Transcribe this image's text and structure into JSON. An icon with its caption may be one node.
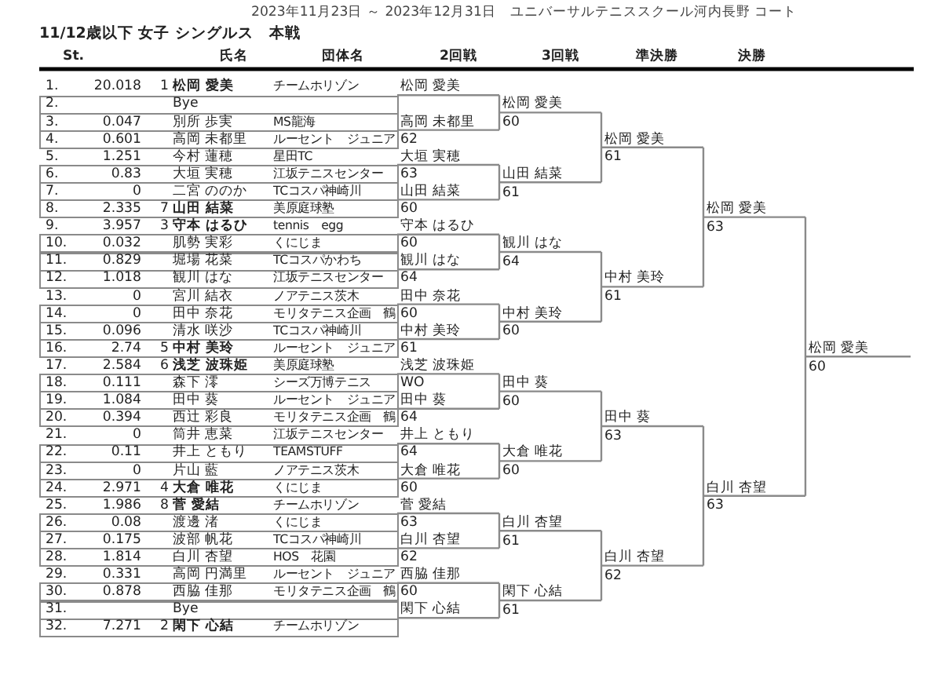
{
  "diagram": {
    "title": "11/12歳以下 女子 シングルス　本戦",
    "labels": [
      "2023年11月23日 ～ 2023年12月31日　ユニバーサルテニススクール河内長野 コート",
      "St.",
      "氏名",
      "団体名",
      "2回戦",
      "3回戦",
      "準決勝",
      "決勝",
      "1.",
      "20.018",
      "1",
      "松岡 愛美",
      "チームホリゾン",
      "松岡 愛美",
      "2.",
      "Bye",
      "3.",
      "0.047",
      "別所 歩実",
      "MS龍海",
      "高岡 未都里",
      "4.",
      "0.601",
      "高岡 未都里",
      "ルーセント　ジュニア",
      "62",
      "5.",
      "1.251",
      "今村 蓮穂",
      "星田TC",
      "大垣 実穂",
      "6.",
      "0.83",
      "大垣 実穂",
      "江坂テニスセンター",
      "63",
      "7.",
      "0",
      "二宮 ののか",
      "TCコスパ神崎川",
      "山田 結菜",
      "8.",
      "2.335",
      "7",
      "山田 結菜",
      "美原庭球塾",
      "60",
      "9.",
      "3.957",
      "3",
      "守本 はるひ",
      "tennis　egg",
      "守本 はるひ",
      "10.",
      "0.032",
      "肌勢 実彩",
      "くにじま",
      "60",
      "11.",
      "0.829",
      "堀場 花菜",
      "TCコスパかわち",
      "観川 はな",
      "12.",
      "1.018",
      "観川 はな",
      "江坂テニスセンター",
      "64",
      "13.",
      "0",
      "宮川 結衣",
      "ノアテニス茨木",
      "田中 奈花",
      "14.",
      "0",
      "田中 奈花",
      "モリタテニス企画　鶴",
      "60",
      "15.",
      "0.096",
      "清水 咲沙",
      "TCコスパ神崎川",
      "中村 美玲",
      "16.",
      "2.74",
      "5",
      "中村 美玲",
      "ルーセント　ジュニア",
      "61",
      "17.",
      "2.584",
      "6",
      "浅芝 波珠姫",
      "美原庭球塾",
      "浅芝 波珠姫",
      "18.",
      "0.111",
      "森下 澪",
      "シーズ万博テニス",
      "WO",
      "19.",
      "1.084",
      "田中 葵",
      "ルーセント　ジュニア",
      "田中 葵",
      "20.",
      "0.394",
      "西辻 彩良",
      "モリタテニス企画　鶴",
      "64",
      "21.",
      "0",
      "筒井 恵菜",
      "江坂テニスセンター",
      "井上 ともり",
      "22.",
      "0.11",
      "井上 ともり",
      "TEAMSTUFF",
      "64",
      "23.",
      "0",
      "片山 藍",
      "ノアテニス茨木",
      "大倉 唯花",
      "24.",
      "2.971",
      "4",
      "大倉 唯花",
      "くにじま",
      "60",
      "25.",
      "1.986",
      "8",
      "菅 愛結",
      "チームホリゾン",
      "菅 愛結",
      "26.",
      "0.08",
      "渡邊 渚",
      "くにじま",
      "63",
      "27.",
      "0.175",
      "波部 帆花",
      "TCコスパ神崎川",
      "白川 杏望",
      "28.",
      "1.814",
      "白川 杏望",
      "HOS　花園",
      "62",
      "29.",
      "0.331",
      "高岡 円満里",
      "ルーセント　ジュニア",
      "西脇 佳那",
      "30.",
      "0.878",
      "西脇 佳那",
      "モリタテニス企画　鶴",
      "60",
      "31.",
      "Bye",
      "閑下 心結",
      "32.",
      "7.271",
      "2",
      "閑下 心結",
      "チームホリゾン",
      "松岡 愛美",
      "60",
      "山田 結菜",
      "61",
      "観川 はな",
      "64",
      "中村 美玲",
      "60",
      "田中 葵",
      "60",
      "大倉 唯花",
      "60",
      "白川 杏望",
      "61",
      "閑下 心結",
      "61",
      "松岡 愛美",
      "61",
      "中村 美玲",
      "61",
      "田中 葵",
      "63",
      "白川 杏望",
      "62",
      "松岡 愛美",
      "63",
      "白川 杏望",
      "63",
      "松岡 愛美",
      "60"
    ]
  }
}
